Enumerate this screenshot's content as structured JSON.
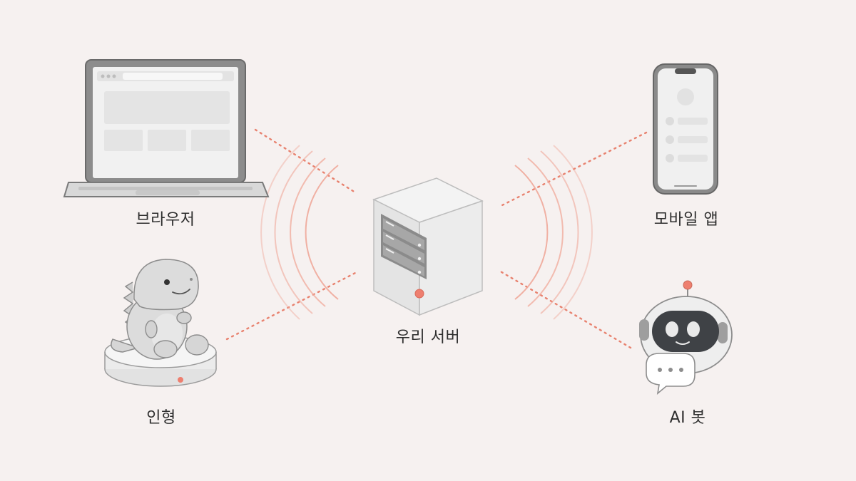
{
  "nodes": {
    "browser": {
      "label": "브라우저",
      "icon": "laptop-icon"
    },
    "doll": {
      "label": "인형",
      "icon": "dinosaur-plush-icon"
    },
    "server": {
      "label": "우리 서버",
      "icon": "server-icon"
    },
    "mobile": {
      "label": "모바일 앱",
      "icon": "smartphone-icon"
    },
    "bot": {
      "label": "AI 봇",
      "icon": "robot-icon"
    }
  },
  "colors": {
    "background": "#f6f1f0",
    "connector": "#e8826f",
    "signal": "#f0a89a",
    "device_fill": "#ececec",
    "device_stroke": "#7a7a7a",
    "indicator": "#ee7f6f"
  }
}
